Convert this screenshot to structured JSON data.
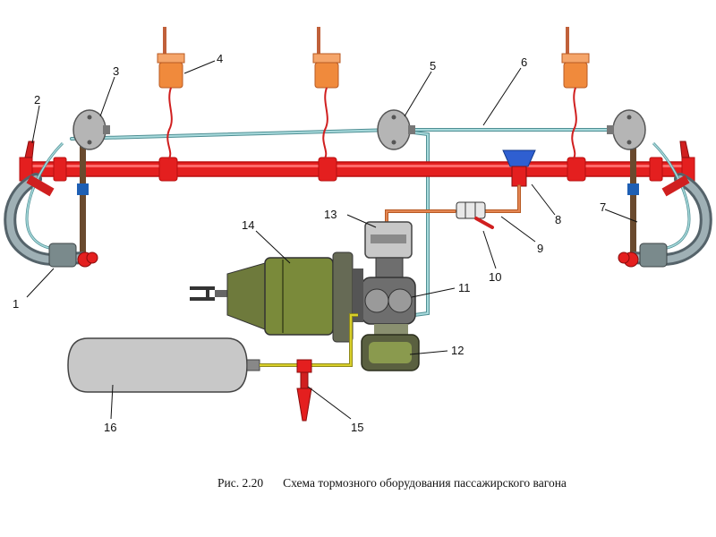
{
  "colors": {
    "brake_pipe": "#e41f1f",
    "brake_pipe_dark": "#b80f0f",
    "control_line": "#a8dadc",
    "control_line_dark": "#4f8f94",
    "feed_line": "#e38552",
    "solenoid": "#f08a3c",
    "distributor_body": "#6e6e6e",
    "cylinder_body": "#7a8a3a",
    "reservoir": "#c8c8c8",
    "hose_yellow": "#d8cf2a",
    "hose_coupler": "#7a8a8c",
    "valve_blue": "#1e5fb4",
    "stopcock_body": "#2f5fd1",
    "lever_red": "#d01f1f"
  },
  "components": [
    {
      "number": "1",
      "icon": "end-hose-left-icon"
    },
    {
      "number": "2",
      "icon": "end-cock-left-icon"
    },
    {
      "number": "3",
      "icon": "junction-box-left-icon"
    },
    {
      "number": "4",
      "icon": "solenoid-valve-1-icon"
    },
    {
      "number": "5",
      "icon": "junction-box-middle-icon"
    },
    {
      "number": "6",
      "icon": "electric-line-icon"
    },
    {
      "number": "7",
      "icon": "end-hose-right-icon"
    },
    {
      "number": "8",
      "icon": "dust-collector-icon"
    },
    {
      "number": "9",
      "icon": "feed-pipe-icon"
    },
    {
      "number": "10",
      "icon": "disconnect-valve-icon"
    },
    {
      "number": "11",
      "icon": "air-distributor-icon"
    },
    {
      "number": "12",
      "icon": "main-part-bracket-icon"
    },
    {
      "number": "13",
      "icon": "electric-distributor-icon"
    },
    {
      "number": "14",
      "icon": "brake-cylinder-icon"
    },
    {
      "number": "15",
      "icon": "release-valve-icon"
    },
    {
      "number": "16",
      "icon": "auxiliary-reservoir-icon"
    }
  ],
  "caption": {
    "figure": "Рис. 2.20",
    "text": "Схема тормозного оборудования пассажирского вагона"
  }
}
